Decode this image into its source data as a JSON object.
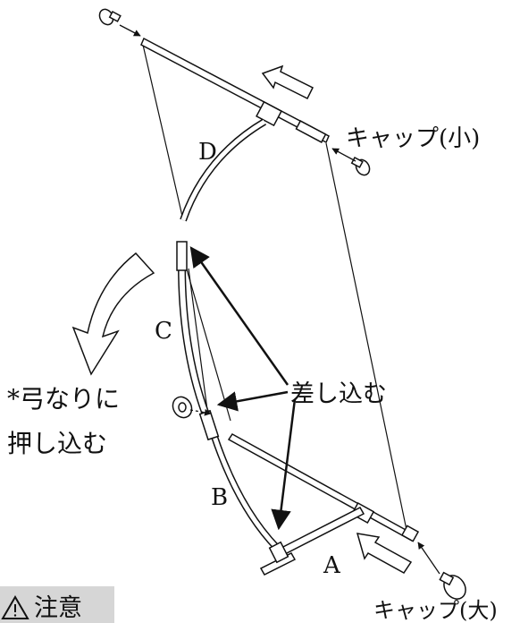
{
  "diagram": {
    "part_labels": {
      "A": "A",
      "B": "B",
      "C": "C",
      "D": "D"
    },
    "cap_small_label": "キャップ(小)",
    "cap_large_label": "キャップ(大)",
    "insert_label": "差し込む",
    "bend_note_line1": "*弓なりに",
    "bend_note_line2": "押し込む",
    "caution_label": "注意",
    "caution_icon": "warning-triangle-icon"
  }
}
